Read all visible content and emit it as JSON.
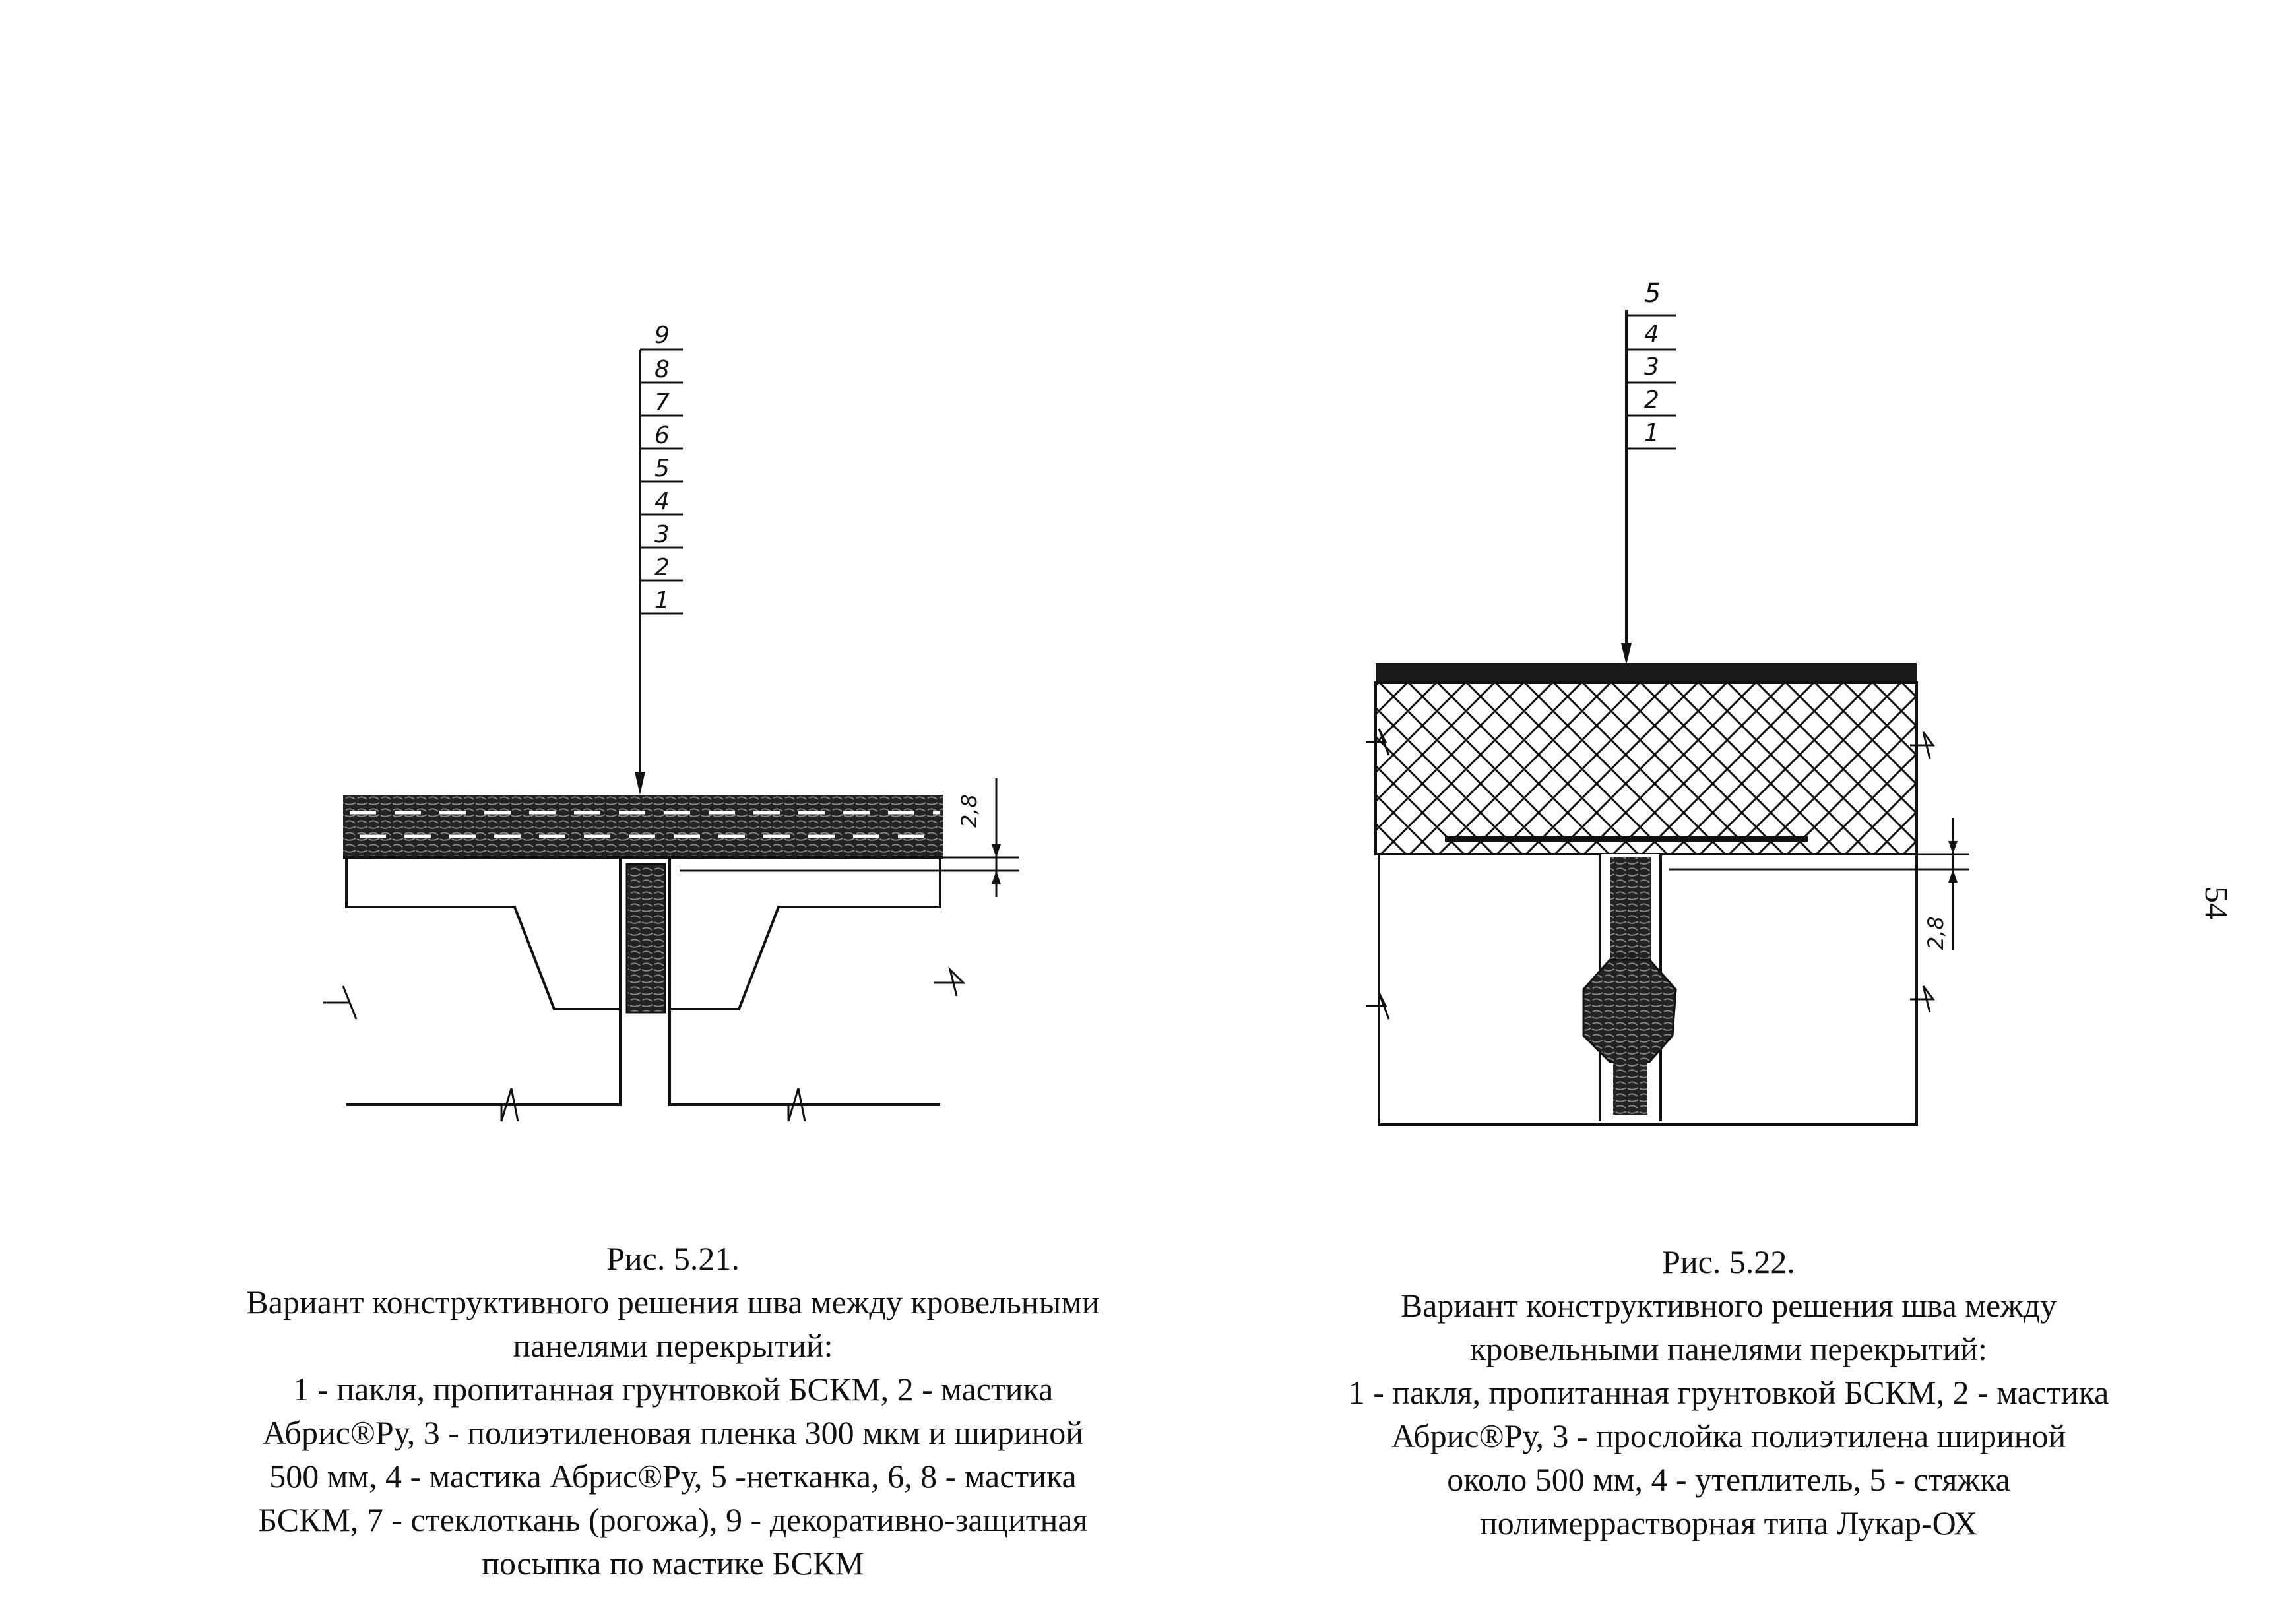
{
  "figure_1": {
    "leader_labels": [
      "9",
      "8",
      "7",
      "6",
      "5",
      "4",
      "3",
      "2",
      "1"
    ],
    "dimension": "2,8",
    "caption": {
      "title": "Рис. 5.21.",
      "lines": [
        "Вариант конструктивного решения шва между кровельными",
        "панелями перекрытий:",
        "1 - пакля, пропитанная грунтовкой БСКМ, 2 - мастика",
        "Абрис®Ру, 3 - полиэтиленовая пленка 300 мкм и шириной",
        "500 мм, 4 - мастика Абрис®Ру, 5 -нетканка, 6, 8 - мастика",
        "БСКМ, 7 - стеклоткань (рогожа), 9 - декоративно-защитная",
        "посыпка по мастике БСКМ"
      ]
    }
  },
  "figure_2": {
    "leader_labels": [
      "5",
      "4",
      "3",
      "2",
      "1"
    ],
    "dimension": "2,8",
    "caption": {
      "title": "Рис. 5.22.",
      "lines": [
        "Вариант конструктивного решения шва между",
        "кровельными панелями перекрытий:",
        "1 - пакля, пропитанная грунтовкой БСКМ, 2 - мастика",
        "Абрис®Ру, 3 - прослойка полиэтилена шириной",
        "около 500 мм, 4 - утеплитель, 5 - стяжка",
        "полимеррастворная типа Лукар-ОХ"
      ]
    }
  },
  "page_number": "54"
}
